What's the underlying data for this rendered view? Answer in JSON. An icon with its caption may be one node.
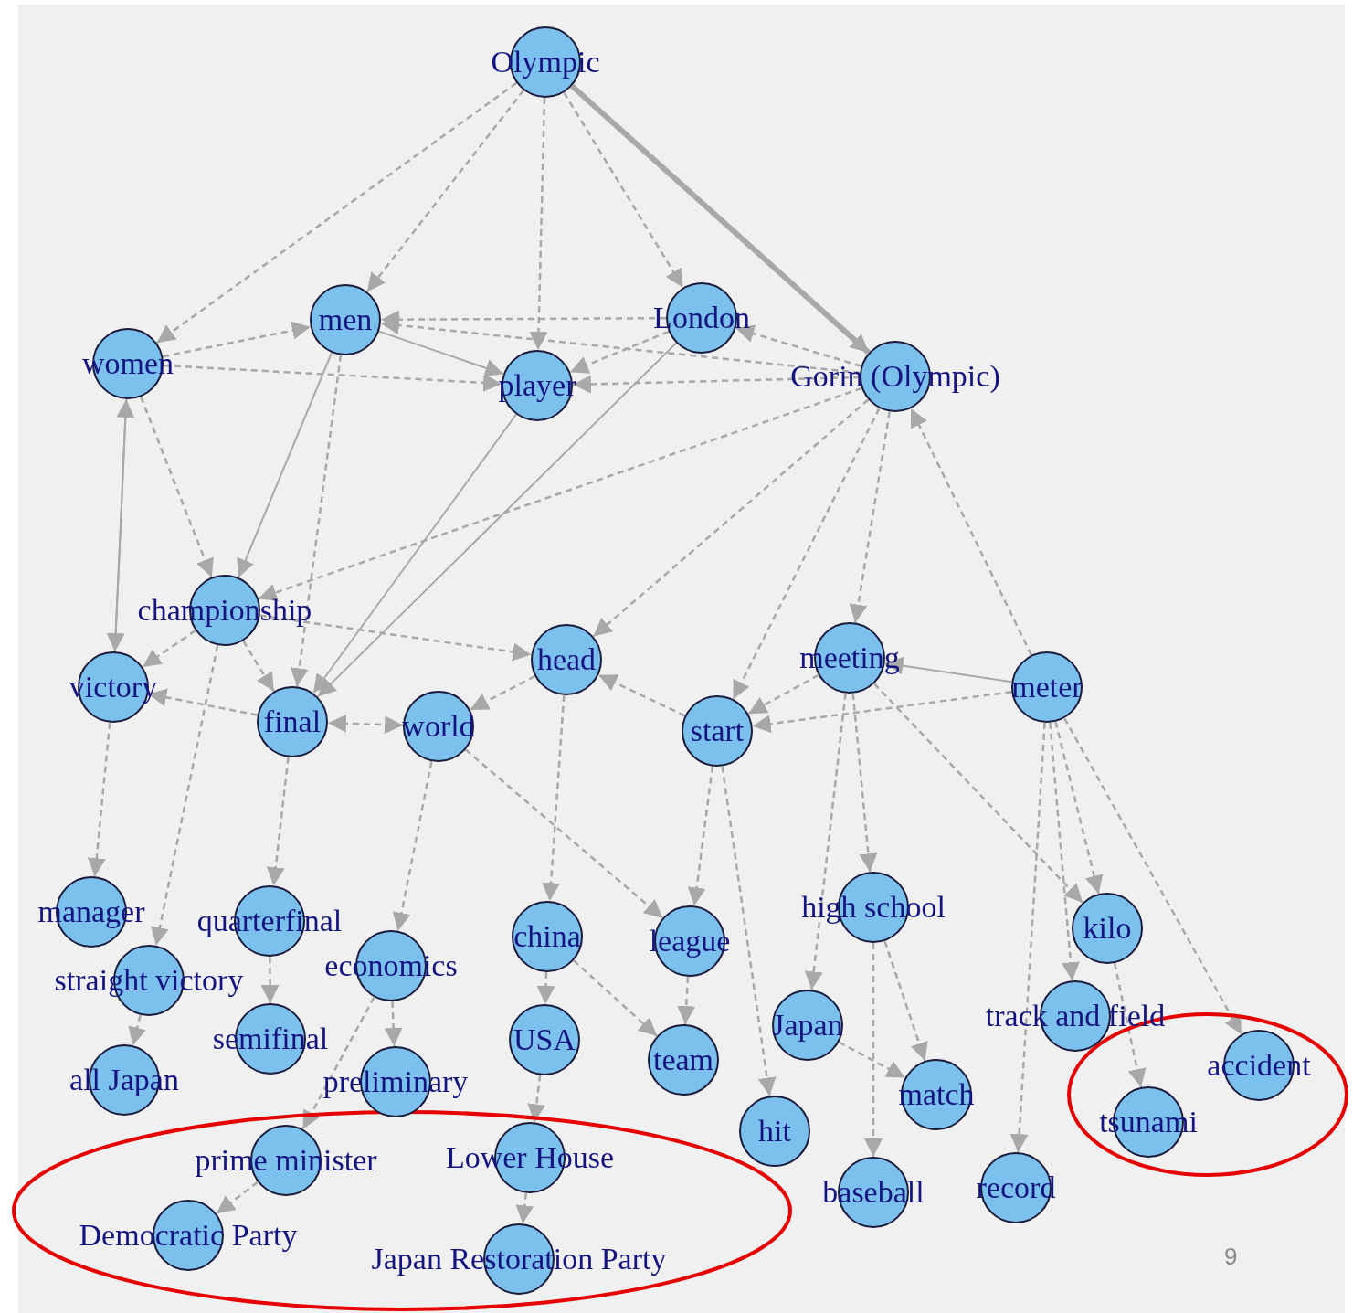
{
  "diagram": {
    "nodes": [
      {
        "text": [
          "Olympic"
        ]
      },
      {
        "text": [
          "men"
        ]
      },
      {
        "text": [
          "London"
        ]
      },
      {
        "text": [
          "women"
        ]
      },
      {
        "text": [
          "player"
        ]
      },
      {
        "text": [
          "Gorin (Olympic)"
        ]
      },
      {
        "text": [
          "championship"
        ]
      },
      {
        "text": [
          "head"
        ]
      },
      {
        "text": [
          "meeting"
        ]
      },
      {
        "text": [
          "victory"
        ]
      },
      {
        "text": [
          "final"
        ]
      },
      {
        "text": [
          "world"
        ]
      },
      {
        "text": [
          "start"
        ]
      },
      {
        "text": [
          "meter"
        ]
      },
      {
        "text": [
          "manager"
        ]
      },
      {
        "text": [
          "quarterfinal"
        ]
      },
      {
        "text": [
          "economics"
        ]
      },
      {
        "text": [
          "china"
        ]
      },
      {
        "text": [
          "league"
        ]
      },
      {
        "text": [
          "high school"
        ]
      },
      {
        "text": [
          "kilo"
        ]
      },
      {
        "text": [
          "straight victory"
        ]
      },
      {
        "text": [
          "semifinal"
        ]
      },
      {
        "text": [
          "USA"
        ]
      },
      {
        "text": [
          "team"
        ]
      },
      {
        "text": [
          "Japan"
        ]
      },
      {
        "text": [
          "track and field"
        ]
      },
      {
        "text": [
          "accident"
        ]
      },
      {
        "text": [
          "all Japan"
        ]
      },
      {
        "text": [
          "preliminary"
        ]
      },
      {
        "text": [
          "match"
        ]
      },
      {
        "text": [
          "tsunami"
        ]
      },
      {
        "text": [
          "hit"
        ]
      },
      {
        "text": [
          "prime minister"
        ]
      },
      {
        "text": [
          "Lower House"
        ]
      },
      {
        "text": [
          "baseball"
        ]
      },
      {
        "text": [
          "record"
        ]
      },
      {
        "text": [
          "Democratic Party"
        ]
      },
      {
        "text": [
          "Japan Restoration Party"
        ]
      }
    ],
    "edges": [
      {
        "from": 0,
        "to": 1,
        "arrow": "to",
        "style": "dashed"
      },
      {
        "from": 0,
        "to": 3,
        "arrow": "to",
        "style": "dashed"
      },
      {
        "from": 0,
        "to": 4,
        "arrow": "to",
        "style": "dashed"
      },
      {
        "from": 0,
        "to": 2,
        "arrow": "to",
        "style": "dashed"
      },
      {
        "from": 0,
        "to": 5,
        "arrow": "to",
        "style": "thick"
      },
      {
        "from": 3,
        "to": 1,
        "arrow": "to",
        "style": "dashed"
      },
      {
        "from": 3,
        "to": 4,
        "arrow": "to",
        "style": "dashed"
      },
      {
        "from": 3,
        "to": 6,
        "arrow": "to",
        "style": "dashed"
      },
      {
        "from": 3,
        "to": 9,
        "arrow": "to"
      },
      {
        "from": 9,
        "to": 3,
        "arrow": "to"
      },
      {
        "from": 1,
        "to": 4,
        "arrow": "to"
      },
      {
        "from": 1,
        "to": 6,
        "arrow": "to"
      },
      {
        "from": 1,
        "to": 10,
        "arrow": "to",
        "style": "dashed"
      },
      {
        "from": 2,
        "to": 1,
        "arrow": "to",
        "style": "dashed"
      },
      {
        "from": 2,
        "to": 4,
        "arrow": "to",
        "style": "dashed"
      },
      {
        "from": 5,
        "to": 4,
        "arrow": "to",
        "style": "dashed"
      },
      {
        "from": 5,
        "to": 2,
        "arrow": "to",
        "style": "dashed"
      },
      {
        "from": 5,
        "to": 1,
        "arrow": "to",
        "style": "dashed"
      },
      {
        "from": 6,
        "to": 10,
        "arrow": "to",
        "style": "dashed"
      },
      {
        "from": 6,
        "to": 9,
        "arrow": "to",
        "style": "dashed"
      },
      {
        "from": 6,
        "to": 7,
        "arrow": "to",
        "style": "dashed"
      },
      {
        "from": 10,
        "to": 9,
        "arrow": "to",
        "style": "dashed"
      },
      {
        "from": 11,
        "to": 10,
        "arrow": "both",
        "style": "dashed"
      },
      {
        "from": 7,
        "to": 11,
        "arrow": "to",
        "style": "dashed"
      },
      {
        "from": 12,
        "to": 7,
        "arrow": "to",
        "style": "dashed"
      },
      {
        "from": 8,
        "to": 12,
        "arrow": "to",
        "style": "dashed"
      },
      {
        "from": 13,
        "to": 8,
        "arrow": "to"
      },
      {
        "from": 13,
        "to": 12,
        "arrow": "to",
        "style": "dashed"
      },
      {
        "from": 5,
        "to": 8,
        "arrow": "to",
        "style": "dashed"
      },
      {
        "from": 5,
        "to": 7,
        "arrow": "to",
        "style": "dashed"
      },
      {
        "from": 5,
        "to": 12,
        "arrow": "to",
        "style": "dashed"
      },
      {
        "from": 5,
        "to": 6,
        "arrow": "to",
        "style": "dashed"
      },
      {
        "from": 4,
        "to": 10,
        "arrow": "to"
      },
      {
        "from": 2,
        "to": 10,
        "arrow": "to"
      },
      {
        "from": 13,
        "to": 5,
        "arrow": "to",
        "style": "dashed"
      },
      {
        "from": 9,
        "to": 14,
        "arrow": "to",
        "style": "dashed"
      },
      {
        "from": 6,
        "to": 21,
        "arrow": "to",
        "style": "dashed"
      },
      {
        "from": 10,
        "to": 15,
        "arrow": "to",
        "style": "dashed"
      },
      {
        "from": 15,
        "to": 22,
        "arrow": "to",
        "style": "dashed"
      },
      {
        "from": 21,
        "to": 28,
        "arrow": "to",
        "style": "dashed"
      },
      {
        "from": 11,
        "to": 16,
        "arrow": "to",
        "style": "dashed"
      },
      {
        "from": 16,
        "to": 29,
        "arrow": "to",
        "style": "dashed"
      },
      {
        "from": 16,
        "to": 33,
        "arrow": "to",
        "style": "dashed"
      },
      {
        "from": 33,
        "to": 37,
        "arrow": "to",
        "style": "dashed"
      },
      {
        "from": 17,
        "to": 23,
        "arrow": "to",
        "style": "dashed"
      },
      {
        "from": 23,
        "to": 34,
        "arrow": "to",
        "style": "dashed"
      },
      {
        "from": 34,
        "to": 38,
        "arrow": "to",
        "style": "dashed"
      },
      {
        "from": 7,
        "to": 17,
        "arrow": "to",
        "style": "dashed"
      },
      {
        "from": 11,
        "to": 18,
        "arrow": "to",
        "style": "dashed"
      },
      {
        "from": 12,
        "to": 18,
        "arrow": "to",
        "style": "dashed"
      },
      {
        "from": 18,
        "to": 24,
        "arrow": "to",
        "style": "dashed"
      },
      {
        "from": 17,
        "to": 24,
        "arrow": "to",
        "style": "dashed"
      },
      {
        "from": 8,
        "to": 19,
        "arrow": "to",
        "style": "dashed"
      },
      {
        "from": 19,
        "to": 30,
        "arrow": "to",
        "style": "dashed"
      },
      {
        "from": 8,
        "to": 25,
        "arrow": "to",
        "style": "dashed"
      },
      {
        "from": 12,
        "to": 32,
        "arrow": "to",
        "style": "dashed"
      },
      {
        "from": 19,
        "to": 35,
        "arrow": "to",
        "style": "dashed"
      },
      {
        "from": 25,
        "to": 30,
        "arrow": "to",
        "style": "dashed"
      },
      {
        "from": 13,
        "to": 20,
        "arrow": "to",
        "style": "dashed"
      },
      {
        "from": 13,
        "to": 26,
        "arrow": "to",
        "style": "dashed"
      },
      {
        "from": 13,
        "to": 36,
        "arrow": "to",
        "style": "dashed"
      },
      {
        "from": 13,
        "to": 27,
        "arrow": "to",
        "style": "dashed"
      },
      {
        "from": 20,
        "to": 31,
        "arrow": "to",
        "style": "dashed"
      },
      {
        "from": 8,
        "to": 20,
        "arrow": "to",
        "style": "dashed"
      }
    ],
    "labels": [
      "9"
    ]
  }
}
